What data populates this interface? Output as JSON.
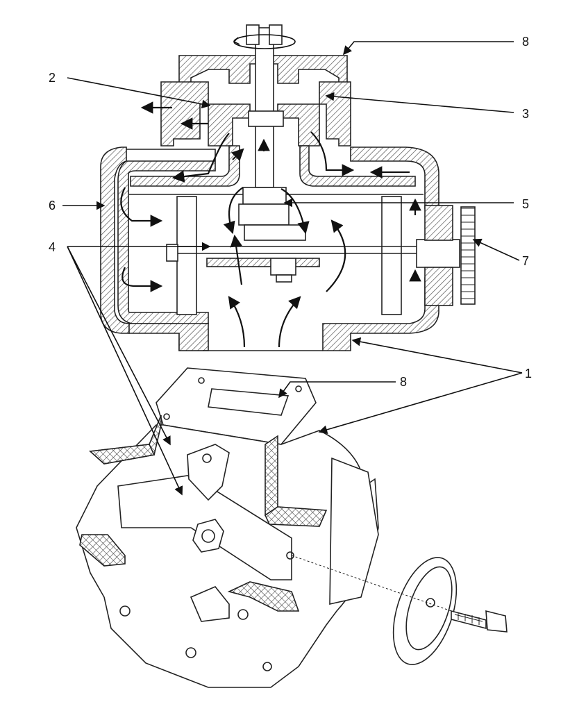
{
  "callouts": {
    "c1": "1",
    "c2": "2",
    "c3": "3",
    "c4": "4",
    "c5": "5",
    "c6": "6",
    "c7": "7",
    "c8_top": "8",
    "c8_bottom": "8"
  },
  "colors": {
    "line": "#222222",
    "hatch": "#555555",
    "background": "#ffffff"
  },
  "icons": {
    "rotation": "rotation-arrow-icon",
    "flow": "flow-arrow-icon",
    "bolt": "bolt-icon"
  }
}
